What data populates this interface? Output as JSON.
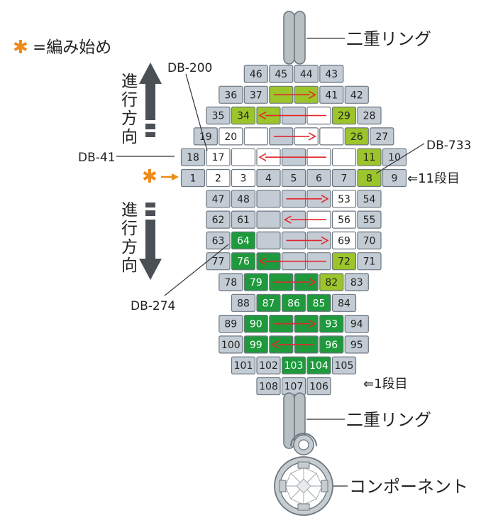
{
  "legend": {
    "symbol": "✱",
    "text": "=編み始め"
  },
  "labels": {
    "top_ring": "二重リング",
    "bottom_ring": "二重リング",
    "component": "コンポーネント",
    "row11": "⇐11段目",
    "row1": "⇐1段目",
    "db200": "DB-200",
    "db41": "DB-41",
    "db733": "DB-733",
    "db274": "DB-274",
    "dir_up": [
      "進",
      "行",
      "方",
      "向"
    ],
    "dir_down": [
      "進",
      "行",
      "方",
      "向"
    ]
  },
  "colors": {
    "gray": "#c3ccd4",
    "white": "#ffffff",
    "lime": "#9bc52a",
    "green": "#1e9a3c",
    "outline": "#6c7680",
    "arrow": "#e3262c",
    "orange": "#ef8a16",
    "dark_arrow": "#4a5055",
    "ring": "#b8c0c4"
  },
  "rows": [
    {
      "cells": [
        [
          "46",
          "g"
        ],
        [
          "45",
          "g"
        ],
        [
          "44",
          "g"
        ],
        [
          "43",
          "g"
        ]
      ]
    },
    {
      "cells": [
        [
          "36",
          "g"
        ],
        [
          "37",
          "g"
        ],
        [
          "",
          "l"
        ],
        [
          "",
          "l"
        ],
        [
          "41",
          "g"
        ],
        [
          "42",
          "g"
        ]
      ]
    },
    {
      "cells": [
        [
          "35",
          "g"
        ],
        [
          "34",
          "l"
        ],
        [
          "",
          "l"
        ],
        [
          "",
          "g"
        ],
        [
          "",
          "w"
        ],
        [
          "29",
          "l"
        ],
        [
          "28",
          "g"
        ]
      ]
    },
    {
      "cells": [
        [
          "19",
          "g"
        ],
        [
          "20",
          "w"
        ],
        [
          "",
          "w"
        ],
        [
          "",
          "g"
        ],
        [
          "",
          "w"
        ],
        [
          "",
          "w"
        ],
        [
          "26",
          "l"
        ],
        [
          "27",
          "g"
        ]
      ]
    },
    {
      "cells": [
        [
          "18",
          "g"
        ],
        [
          "17",
          "w"
        ],
        [
          "",
          "w"
        ],
        [
          "",
          "w"
        ],
        [
          "",
          "g"
        ],
        [
          "",
          "w"
        ],
        [
          "",
          "w"
        ],
        [
          "11",
          "l"
        ],
        [
          "10",
          "g"
        ]
      ]
    },
    {
      "cells": [
        [
          "1",
          "g"
        ],
        [
          "2",
          "w"
        ],
        [
          "3",
          "w"
        ],
        [
          "4",
          "g"
        ],
        [
          "5",
          "g"
        ],
        [
          "6",
          "g"
        ],
        [
          "7",
          "g"
        ],
        [
          "8",
          "l"
        ],
        [
          "9",
          "g"
        ]
      ]
    },
    {
      "cells": [
        [
          "47",
          "g"
        ],
        [
          "48",
          "g"
        ],
        [
          "",
          "g"
        ],
        [
          "",
          "g"
        ],
        [
          "",
          "g"
        ],
        [
          "53",
          "w"
        ],
        [
          "54",
          "g"
        ]
      ]
    },
    {
      "cells": [
        [
          "62",
          "g"
        ],
        [
          "61",
          "g"
        ],
        [
          "",
          "g"
        ],
        [
          "",
          "g"
        ],
        [
          "",
          "w"
        ],
        [
          "56",
          "w"
        ],
        [
          "55",
          "g"
        ]
      ]
    },
    {
      "cells": [
        [
          "63",
          "g"
        ],
        [
          "64",
          "d"
        ],
        [
          "",
          "g"
        ],
        [
          "",
          "g"
        ],
        [
          "",
          "g"
        ],
        [
          "69",
          "w"
        ],
        [
          "70",
          "g"
        ]
      ]
    },
    {
      "cells": [
        [
          "77",
          "g"
        ],
        [
          "76",
          "d"
        ],
        [
          "",
          "d"
        ],
        [
          "",
          "g"
        ],
        [
          "",
          "g"
        ],
        [
          "72",
          "l"
        ],
        [
          "71",
          "g"
        ]
      ]
    },
    {
      "cells": [
        [
          "78",
          "g"
        ],
        [
          "79",
          "d"
        ],
        [
          "",
          "d"
        ],
        [
          "",
          "d"
        ],
        [
          "82",
          "l"
        ],
        [
          "83",
          "g"
        ]
      ]
    },
    {
      "cells": [
        [
          "88",
          "g"
        ],
        [
          "87",
          "d"
        ],
        [
          "86",
          "d"
        ],
        [
          "85",
          "d"
        ],
        [
          "84",
          "g"
        ]
      ]
    },
    {
      "cells": [
        [
          "89",
          "g"
        ],
        [
          "90",
          "d"
        ],
        [
          "",
          "d"
        ],
        [
          "",
          "d"
        ],
        [
          "93",
          "d"
        ],
        [
          "94",
          "g"
        ]
      ]
    },
    {
      "cells": [
        [
          "100",
          "g"
        ],
        [
          "99",
          "d"
        ],
        [
          "",
          "d"
        ],
        [
          "",
          "d"
        ],
        [
          "96",
          "d"
        ],
        [
          "95",
          "g"
        ]
      ]
    },
    {
      "cells": [
        [
          "101",
          "g"
        ],
        [
          "102",
          "g"
        ],
        [
          "103",
          "d"
        ],
        [
          "104",
          "d"
        ],
        [
          "105",
          "g"
        ]
      ]
    },
    {
      "cells": [
        [
          "108",
          "g"
        ],
        [
          "107",
          "g"
        ],
        [
          "106",
          "g"
        ]
      ]
    }
  ],
  "row_arrows": [
    {
      "row": 1,
      "from": 2,
      "to": 3,
      "dir": "right"
    },
    {
      "row": 2,
      "from": 4,
      "to": 2,
      "dir": "left"
    },
    {
      "row": 3,
      "from": 3,
      "to": 4,
      "dir": "right"
    },
    {
      "row": 4,
      "from": 5,
      "to": 3,
      "dir": "left"
    },
    {
      "row": 6,
      "from": 3,
      "to": 4,
      "dir": "right"
    },
    {
      "row": 7,
      "from": 4,
      "to": 3,
      "dir": "left"
    },
    {
      "row": 8,
      "from": 3,
      "to": 4,
      "dir": "right"
    },
    {
      "row": 9,
      "from": 4,
      "to": 2,
      "dir": "left"
    },
    {
      "row": 10,
      "from": 2,
      "to": 3,
      "dir": "right"
    },
    {
      "row": 12,
      "from": 2,
      "to": 3,
      "dir": "right"
    },
    {
      "row": 13,
      "from": 3,
      "to": 2,
      "dir": "left"
    }
  ]
}
